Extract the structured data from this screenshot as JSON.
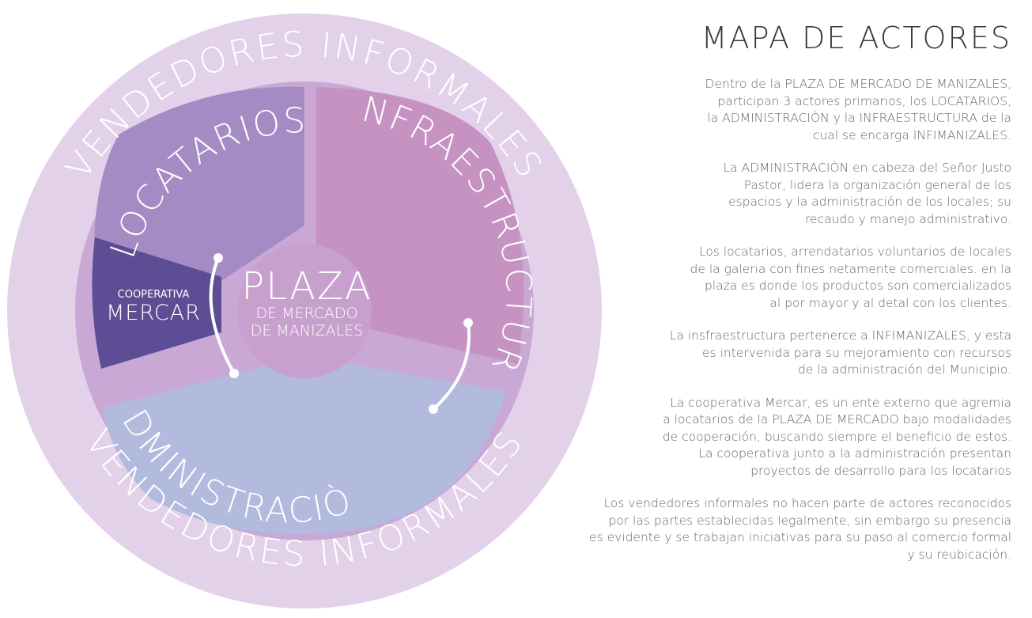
{
  "title": "MAPA DE ACTORES",
  "diagram": {
    "outer_ring_label": "VENDEDORES INFORMALES",
    "sectors": {
      "locatarios": "LOCATARIOS",
      "infraestructura": "INFRAESTRUCTURA",
      "administracion": "ADMINISTRACIÒN"
    },
    "center": {
      "title": "PLAZA",
      "line1": "DE MERCADO",
      "line2": "DE MANIZALES"
    },
    "cooperativa": {
      "line1": "COOPERATIVA",
      "line2": "MERCAR"
    },
    "colors": {
      "outer_ring": "#e2d1e9",
      "middle_ring": "#c9a8d6",
      "locatarios": "#a58bc3",
      "infraestructura": "#c592c2",
      "administracion": "#b2bade",
      "center": "#c8a0cd",
      "cooperativa": "#5d4d95"
    }
  },
  "paragraphs": [
    "Dentro de la PLAZA DE MERCADO DE MANIZALES,\nparticipan 3 actores primarios, los LOCATARIOS,\nla ADMINISTRACIÒN y la INFRAESTRUCTURA de la\ncual se encarga INFIMANIZALES.",
    "La ADMINISTRACIÒN en cabeza del Señor Justo\nPastor, lidera la organización general de los\nespacios y la administración de los locales; su\nrecaudo y manejo administrativo.",
    "Los locatarios, arrendatarios voluntarios de locales\nde la galeria con fines netamente comerciales. en la\nplaza es donde los productos son comercializados\nal por mayor y al detal con los clientes.",
    "La insfraestructura pertenerce a INFIMANIZALES, y esta\nes intervenida para su mejoramiento con recursos\nde la administración del Municipio.",
    "La cooperativa Mercar, es un ente externo que agremia\na locatarios de la PLAZA DE MERCADO bajo modalidades\nde cooperación, buscando siempre el beneficio de estos.\nLa cooperativa junto a la administración presentan\nproyectos de desarrollo para los locatarios",
    "Los vendedores informales no hacen parte de actores reconocidos\npor las partes establecidas legalmente, sin embargo su presencia\nes evidente y se trabajan iniciativas para su paso al comercio formal\ny su reubicación."
  ]
}
